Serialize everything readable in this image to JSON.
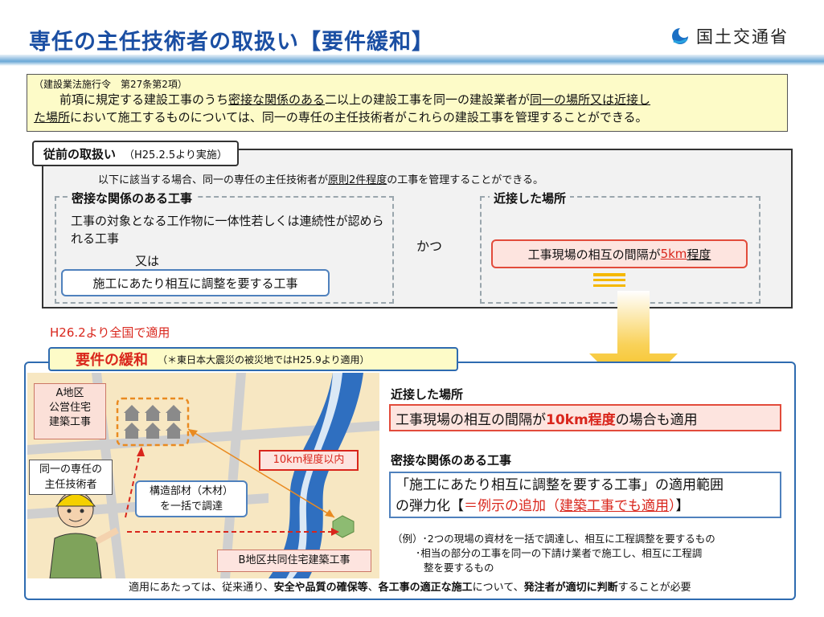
{
  "header": {
    "title": "専任の主任技術者の取扱い【要件緩和】",
    "logo_text": "国土交通省",
    "logo_icon": "ministry-logo-icon"
  },
  "law": {
    "citation": "（建設業法施行令　第27条第2項）",
    "p1": "前項に規定する建設工事のうち",
    "p2": "密接な関係のある",
    "p3": "二以上の建設工事を同一の建設業者が",
    "p4": "同一の場所又は近接し",
    "p5": "た場所",
    "p6": "において施工するものについては、同一の専任の主任技術者がこれらの建設工事を管理することができる。"
  },
  "previous": {
    "heading": "従前の取扱い",
    "since": "（H25.2.5より実施）",
    "intro_a": "以下に該当する場合、同一の専任の主任技術者が",
    "intro_b": "原則2件程度",
    "intro_c": "の工事を管理することができる。",
    "close_work_title": "密接な関係のある工事",
    "close_work_text": "工事の対象となる工作物に一体性若しくは連続性が認められる工事",
    "or": "又は",
    "coord_work": "施工にあたり相互に調整を要する工事",
    "and": "かつ",
    "near_title": "近接した場所",
    "near_a": "工事現場の相互の間隔が",
    "near_b": "5km",
    "near_c": "程度"
  },
  "h26": "H26.2より全国で適用",
  "relax": {
    "heading": "要件の緩和",
    "note": "（＊東日本大震災の被災地ではH25.9より適用）",
    "site_a": "A地区\n公営住宅\n建築工事",
    "engineer": "同一の専任の\n主任技術者",
    "materials": "構造部材（木材）\nを一括で調達",
    "distance": "10km程度以内",
    "site_b": "B地区共同住宅建築工事",
    "near_title": "近接した場所",
    "near_a": "工事現場の相互の間隔が",
    "near_b": "10km程度",
    "near_c": "の場合も適用",
    "close_title": "密接な関係のある工事",
    "close_a": "「施工にあたり相互に調整を要する工事」の適用範囲",
    "close_b": "の弾力化【",
    "close_c": "＝例示の追加（",
    "close_d": "建築工事でも適用",
    "close_e": "）",
    "close_f": "】",
    "example_1": "（例）･2つの現場の資材を一括で調達し、相互に工程調整を要するもの",
    "example_2": "･相当の部分の工事を同一の下請け業者で施工し、相互に工程調",
    "example_3": "整を要するもの",
    "footer_a": "適用にあたっては、従来通り、",
    "footer_b": "安全や品質の確保等",
    "footer_c": "、",
    "footer_d": "各工事の適正な施工",
    "footer_e": "について、",
    "footer_f": "発注者が適切に判断",
    "footer_g": "することが必要"
  },
  "colors": {
    "title_blue": "#1b4fa3",
    "accent_red": "#d9261c",
    "arrow_gold": "#f5b800",
    "law_bg": "#fdfbc8"
  }
}
